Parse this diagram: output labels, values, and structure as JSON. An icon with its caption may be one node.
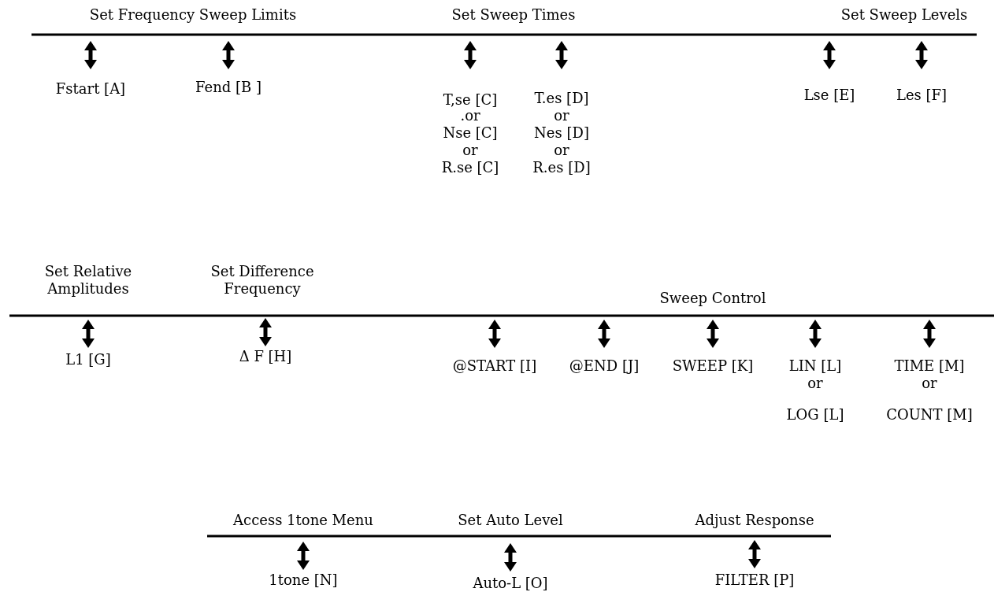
{
  "diagram": {
    "labels": [
      "Set Frequency Sweep Limits",
      "Set Sweep Times",
      "Set Sweep Levels",
      "Fstart [A]",
      "Fend [B ]",
      "T,se [C]",
      ".or",
      "Nse [C]",
      "or",
      "R.se [C]",
      "T.es [D]",
      "or",
      "Nes [D]",
      "or",
      "R.es [D]",
      "Lse [E]",
      "Les [F]",
      "Set Relative Amplitudes",
      "Set Difference Frequency",
      "Sweep Control",
      "L1 [G]",
      "Δ F [H]",
      "@START [I]",
      "@END [J]",
      "SWEEP [K]",
      "LIN [L]",
      "or",
      "LOG [L]",
      "TIME [M]",
      "or",
      "COUNT [M]",
      "Access 1tone Menu",
      "Set Auto Level",
      "Adjust Response",
      "1tone [N]",
      "Auto-L [O]",
      "FILTER [P]"
    ]
  }
}
